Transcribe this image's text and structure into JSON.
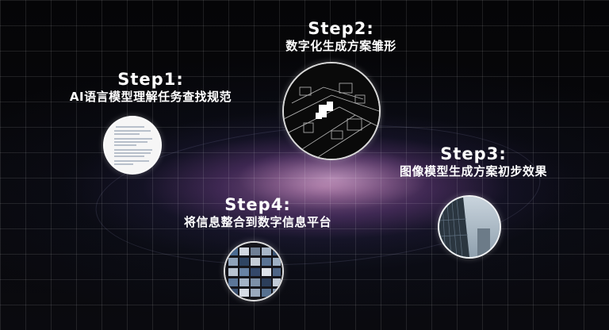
{
  "steps": [
    {
      "title": "Step1:",
      "desc": "AI语言模型理解任务查找规范"
    },
    {
      "title": "Step2:",
      "desc": "数字化生成方案雏形"
    },
    {
      "title": "Step3:",
      "desc": "图像模型生成方案初步效果"
    },
    {
      "title": "Step4:",
      "desc": "将信息整合到数字信息平台"
    }
  ]
}
